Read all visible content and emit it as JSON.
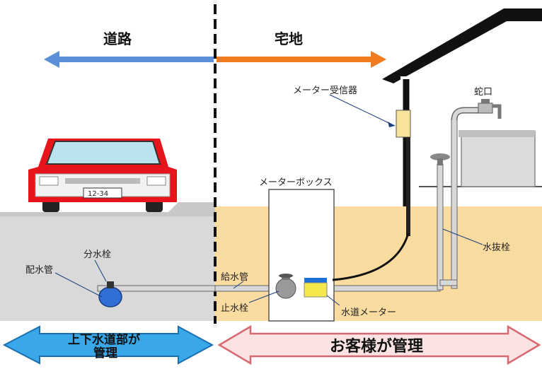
{
  "zones": {
    "road_label": "道路",
    "residential_label": "宅地"
  },
  "labels": {
    "meter_receiver": "メーター受信器",
    "faucet": "蛇口",
    "meter_box": "メーターボックス",
    "drain_valve": "水抜栓",
    "branch_valve": "分水栓",
    "distribution_pipe": "配水管",
    "service_pipe": "給水管",
    "stop_valve": "止水栓",
    "water_meter": "水道メーター"
  },
  "car": {
    "plate": "12-34"
  },
  "responsibility": {
    "utility_line1": "上下水道部が",
    "utility_line2": "管理",
    "customer": "お客様が管理"
  },
  "colors": {
    "road_arrow": "#5b8fd6",
    "residential_arrow": "#f07a1e",
    "utility_banner": "#3aa8e8",
    "customer_banner": "#fbe3e4",
    "customer_banner_edge": "#d66a70",
    "ground_road": "#d9d9d9",
    "ground_yard": "#fbdca0",
    "car_body": "#e8141c",
    "meter_blue": "#1e6fd8",
    "meter_yellow": "#f4e84a"
  }
}
